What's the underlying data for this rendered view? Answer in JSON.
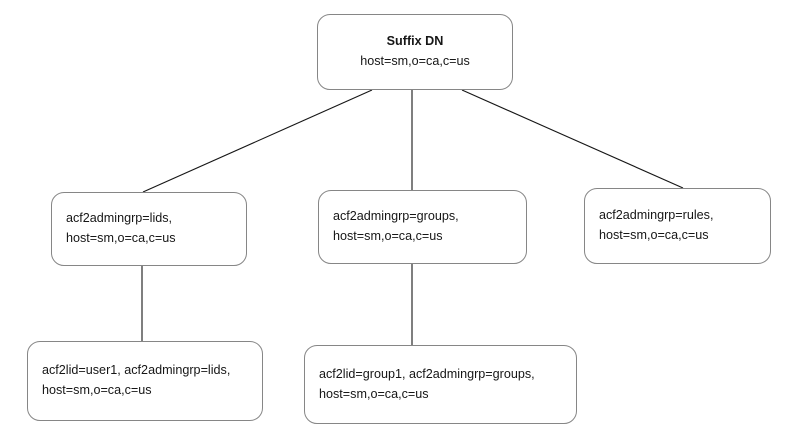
{
  "diagram": {
    "type": "tree",
    "title": "LDAP Suffix DN directory tree",
    "colors": {
      "box_border": "#868686",
      "box_fill": "#ffffff",
      "edge": "#161616",
      "text": "#161616",
      "background": "#ffffff"
    },
    "nodes": [
      {
        "id": "root",
        "lines": [
          "Suffix DN",
          "host=sm,o=ca,c=us"
        ]
      },
      {
        "id": "lids",
        "lines": [
          "acf2admingrp=lids,",
          "host=sm,o=ca,c=us"
        ]
      },
      {
        "id": "groups",
        "lines": [
          "acf2admingrp=groups,",
          "host=sm,o=ca,c=us"
        ]
      },
      {
        "id": "rules",
        "lines": [
          "acf2admingrp=rules,",
          "host=sm,o=ca,c=us"
        ]
      },
      {
        "id": "user1",
        "lines": [
          "acf2lid=user1, acf2admingrp=lids,",
          "host=sm,o=ca,c=us"
        ]
      },
      {
        "id": "group1",
        "lines": [
          "acf2lid=group1, acf2admingrp=groups,",
          "host=sm,o=ca,c=us"
        ]
      }
    ],
    "edges": [
      {
        "id": "root-to-lids",
        "from": "root",
        "to": "lids",
        "shape": "diagonal"
      },
      {
        "id": "root-to-groups",
        "from": "root",
        "to": "groups",
        "shape": "vertical"
      },
      {
        "id": "root-to-rules",
        "from": "root",
        "to": "rules",
        "shape": "diagonal"
      },
      {
        "id": "lids-to-user1",
        "from": "lids",
        "to": "user1",
        "shape": "vertical"
      },
      {
        "id": "groups-to-group1",
        "from": "groups",
        "to": "group1",
        "shape": "vertical"
      }
    ]
  }
}
